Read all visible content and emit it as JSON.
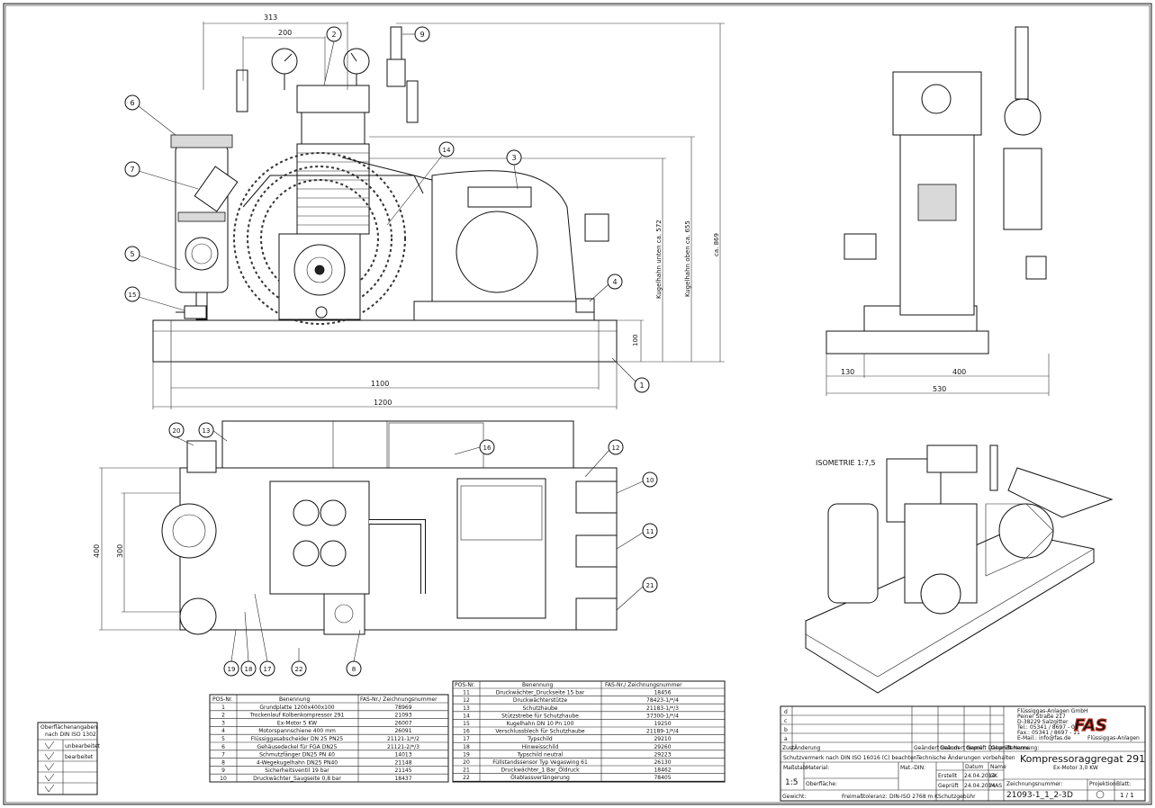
{
  "dims": {
    "front": {
      "d313": "313",
      "d200": "200",
      "d100": "100",
      "d1100": "1100",
      "d1200": "1200",
      "kug_unten": "Kugelhahn unten ca. 572",
      "kug_oben": "Kugelhahn oben ca. 655",
      "ca869": "ca. 869"
    },
    "side": {
      "d130": "130",
      "d400": "400",
      "d530": "530"
    },
    "top": {
      "d400": "400",
      "d300": "300"
    }
  },
  "balloons": {
    "front": [
      "2",
      "9",
      "6",
      "7",
      "5",
      "15",
      "14",
      "3",
      "4",
      "1"
    ],
    "top": [
      "20",
      "13",
      "16",
      "12",
      "10",
      "11",
      "21",
      "19",
      "18",
      "17",
      "22",
      "8"
    ]
  },
  "iso_label": "ISOMETRIE 1:7,5",
  "parts_left": {
    "headers": [
      "POS-Nr.",
      "Benennung",
      "FAS-Nr./ Zeichnungsnummer"
    ],
    "rows": [
      [
        "1",
        "Grundplatte 1200x400x100",
        "78969"
      ],
      [
        "2",
        "Trockenlauf Kolbenkompressor 291",
        "21093"
      ],
      [
        "3",
        "Ex-Motor 5 KW",
        "26007"
      ],
      [
        "4",
        "Motorspannschiene 400 mm",
        "26091"
      ],
      [
        "5",
        "Flüssiggasabscheider DN 25 PN25",
        "21121-1/*/2"
      ],
      [
        "6",
        "Gehäusedeckel für FGA DN25",
        "21121-2/*/3"
      ],
      [
        "7",
        "Schmutzfänger DN25 PN 40",
        "14013"
      ],
      [
        "8",
        "4-Wegekugelhahn DN25 PN40",
        "21148"
      ],
      [
        "9",
        "Sicherheitsventil 19 bar",
        "21145"
      ],
      [
        "10",
        "Druckwächter_Saugseite 0,8 bar",
        "18437"
      ]
    ]
  },
  "parts_right": {
    "headers": [
      "POS-Nr.",
      "Benennung",
      "FAS-Nr./ Zeichnungsnummer"
    ],
    "rows": [
      [
        "11",
        "Druckwächter_Druckseite 15 bar",
        "18456"
      ],
      [
        "12",
        "Druckwächterstütze",
        "78423-1/*/4"
      ],
      [
        "13",
        "Schutzhaube",
        "21183-1/*/3"
      ],
      [
        "14",
        "Stützstrebe für Schutzhaube",
        "37300-1/*/4"
      ],
      [
        "15",
        "Kugelhahn DN 10 Pn 100",
        "19250"
      ],
      [
        "16",
        "Verschlussblech für Schutzhaube",
        "21189-1/*/4"
      ],
      [
        "17",
        "Typschild",
        "29210"
      ],
      [
        "18",
        "Hinweisschild",
        "29260"
      ],
      [
        "19",
        "Typschild neutral",
        "29223"
      ],
      [
        "20",
        "Füllstandssensor Typ Vegaswing 61",
        "26130"
      ],
      [
        "21",
        "Druckwächter_1 Bar_Öldruck",
        "18462"
      ],
      [
        "22",
        "Ölablassverlängerung",
        "78405"
      ]
    ]
  },
  "surface": {
    "title": "Oberflächenangaben nach DIN ISO 1302",
    "rows": [
      "unbearbeitet",
      "bearbeitet",
      "",
      "",
      ""
    ]
  },
  "title_block": {
    "rev_letters": [
      "d",
      "c",
      "b",
      "a"
    ],
    "zust": "Zust.",
    "aenderung": "Änderung",
    "geaendert_datum": "Geändert Datum",
    "geaendert_name": "Geändert Name",
    "geprueft_datum": "Geprüft Datum",
    "geprueft_name": "Geprüft Name",
    "schutzvermerk": "Schutzvermerk nach DIN ISO 16016 (C) beachten",
    "vorbehalten": "Technische Änderungen vorbehalten",
    "massstab_label": "Maßstab:",
    "massstab": "1:5",
    "material_label": "Material:",
    "mat_din_label": "Mat.-DIN:",
    "oberflaeche_label": "Oberfläche:",
    "datum_label": "Datum",
    "name_label": "Name",
    "erstellt": "Erstellt",
    "erstellt_datum": "24.04.2014",
    "erstellt_name": "CK",
    "geprueft": "Geprüft",
    "geprueft_dat": "24.04.2014",
    "geprueft_nm": "MAS",
    "schutzgebuehr": "Schutzgebühr",
    "gewicht_label": "Gewicht:",
    "freimass_label": "Freimaßtoleranz:",
    "freimass": "DIN-ISO 2768 m K",
    "company": [
      "Flüssiggas-Anlagen GmbH",
      "Peiner Straße 217",
      "D-38229 Salzgitter",
      "Tel.: 05341 / 8697 - 0",
      "Fax.: 05341 / 8697 - 11",
      "E-Mail.: info@fas.de"
    ],
    "logo_text": "FAS",
    "logo_sub": "Flüssiggas-Anlagen",
    "benennung_label": "Benennung:",
    "title": "Kompressoraggregat 291",
    "subtitle": "Ex-Motor 3,0 KW",
    "zeichnungsnr_label": "Zeichnungsnummer:",
    "zeichnungsnr": "21093-1_1_2-3D",
    "projektion_label": "Projektion",
    "blatt_label": "Blatt:",
    "blatt": "1 / 1"
  }
}
